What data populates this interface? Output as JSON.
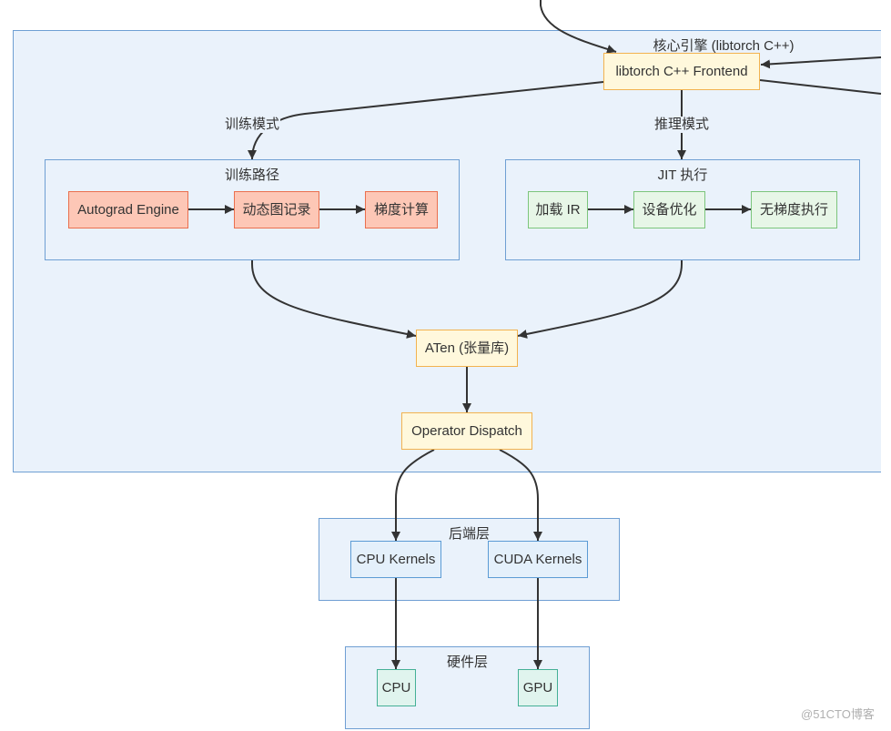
{
  "clusters": {
    "core": "核心引擎 (libtorch C++)",
    "training": "训练路径",
    "jit": "JIT 执行",
    "backend": "后端层",
    "hardware": "硬件层"
  },
  "nodes": {
    "frontend": "libtorch C++ Frontend",
    "autograd": "Autograd Engine",
    "dynamic_graph": "动态图记录",
    "gradient": "梯度计算",
    "load_ir": "加载 IR",
    "device_opt": "设备优化",
    "no_grad_exec": "无梯度执行",
    "aten": "ATen (张量库)",
    "dispatch": "Operator Dispatch",
    "cpu_kernels": "CPU Kernels",
    "cuda_kernels": "CUDA Kernels",
    "cpu": "CPU",
    "gpu": "GPU"
  },
  "edge_labels": {
    "training_mode": "训练模式",
    "inference_mode": "推理模式"
  },
  "watermark": "@51CTO博客",
  "colors": {
    "cluster_fill": "#eaf2fb",
    "cluster_border": "#6f9fd3",
    "core_node_fill": "#fff8dc",
    "core_node_border": "#f2b24f",
    "training_node_fill": "#fdc7b6",
    "training_node_border": "#ea6f4e",
    "jit_node_fill": "#e7f6e7",
    "jit_node_border": "#7cc57c",
    "kernel_node_fill": "#e4f0fb",
    "kernel_node_border": "#5b9bd5",
    "hardware_node_fill": "#e0f4ee",
    "hardware_node_border": "#45b096",
    "edge": "#333333",
    "text": "#333333",
    "watermark": "#b0b0b0"
  }
}
